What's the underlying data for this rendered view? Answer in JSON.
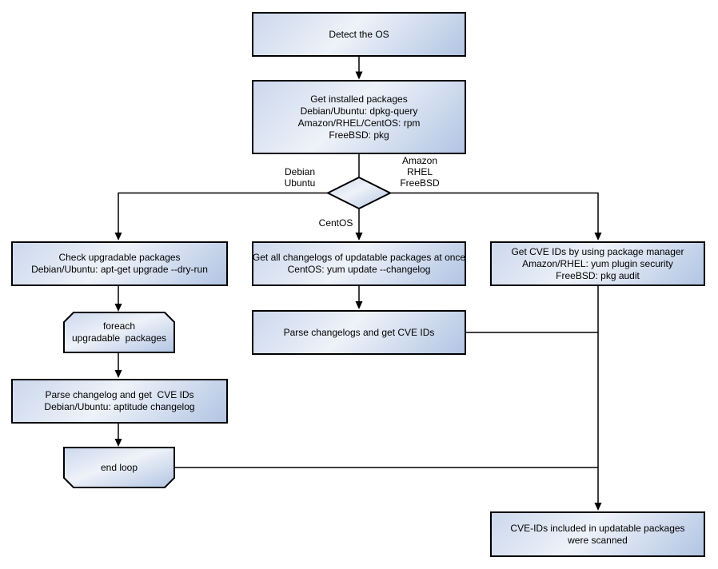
{
  "nodes": {
    "detect_os": "Detect the OS",
    "get_installed_packages": "Get installed packages\nDebian/Ubuntu: dpkg-query\nAmazon/RHEL/CentOS: rpm\nFreeBSD: pkg",
    "check_upgradable": "Check upgradable packages\nDebian/Ubuntu: apt-get upgrade --dry-run",
    "foreach_loop_start": "foreach\nupgradable  packages",
    "parse_changelog_debian": "Parse changelog and get  CVE IDs\nDebian/Ubuntu: aptitude changelog",
    "end_loop": "end loop",
    "get_all_changelogs": "Get all changelogs of updatable packages at once\nCentOS: yum update --changelog",
    "parse_changelogs": "Parse changelogs and get CVE IDs",
    "get_cve_ids_pkg_manager": "Get CVE IDs by using package manager\nAmazon/RHEL: yum plugin security\nFreeBSD: pkg audit",
    "scan_result": "CVE-IDs included in updatable packages\nwere scanned"
  },
  "edge_labels": {
    "left_branch": "Debian\nUbuntu",
    "right_branch": "Amazon\nRHEL\nFreeBSD",
    "down_branch": "CentOS"
  },
  "colors": {
    "node_fill_light": "#eef2f9",
    "node_fill_mid": "#ccd8ec",
    "node_fill_dark": "#b2c5e3",
    "node_border": "#000000",
    "connector": "#000000",
    "text": "#000000",
    "background": "#ffffff"
  }
}
